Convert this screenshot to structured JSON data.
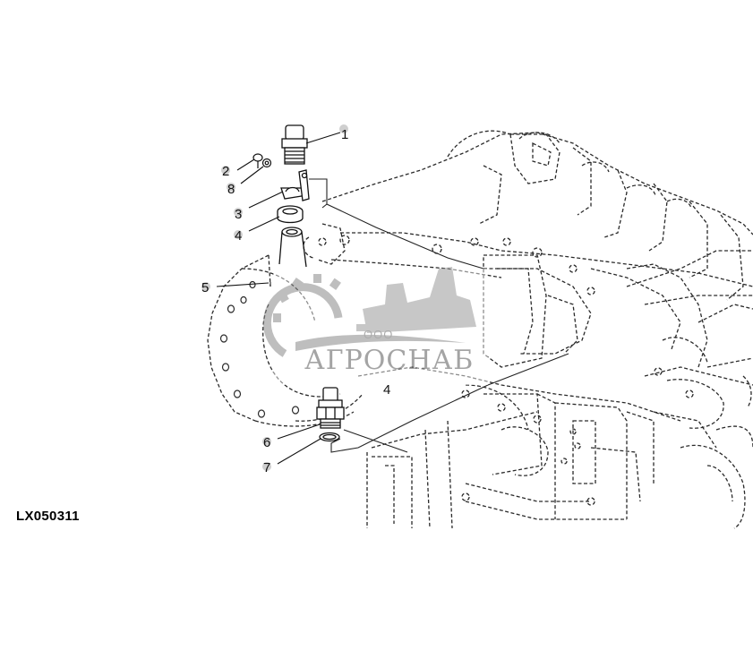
{
  "figure_id": "LX050311",
  "watermark": {
    "company_form": "ООО",
    "brand": "АГРОСНАБ"
  },
  "callouts": [
    {
      "label": "1"
    },
    {
      "label": "2"
    },
    {
      "label": "8"
    },
    {
      "label": "3"
    },
    {
      "label": "4"
    },
    {
      "label": "5"
    },
    {
      "label": "4"
    },
    {
      "label": "6"
    },
    {
      "label": "7"
    }
  ],
  "colors": {
    "line": "#222222",
    "watermark": "#8a8a8a"
  }
}
